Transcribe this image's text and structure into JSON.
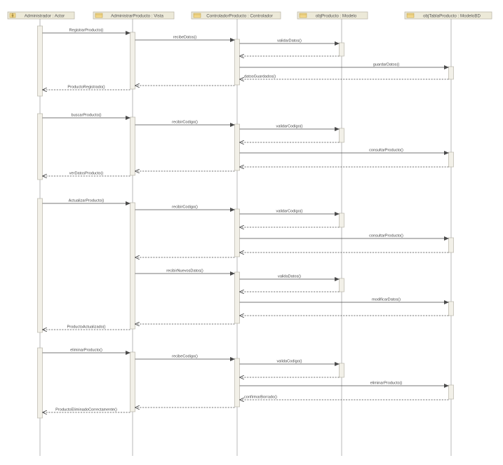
{
  "participants": [
    {
      "name": "Administrador : Actor",
      "kind": "actor"
    },
    {
      "name": "AdministrarProducto : Vista",
      "kind": "object"
    },
    {
      "name": "ControladorProducto : Controlador",
      "kind": "object"
    },
    {
      "name": "objProducto : Modelo",
      "kind": "object"
    },
    {
      "name": "objTablaProducto : ModeloBD",
      "kind": "object"
    }
  ],
  "colors": {
    "header_fill": "#ece9d8",
    "header_border": "#b8b4a4",
    "icon_fill": "#f4d98c",
    "lifeline": "#9a9a9a",
    "activation_fill": "#f2f0e8",
    "activation_border": "#b9b6aa",
    "arrow": "#4a4a4a"
  },
  "messages": [
    {
      "label": "RegistrarProducto()",
      "from": 0,
      "to": 1,
      "kind": "call"
    },
    {
      "label": "recibeDatos()",
      "from": 1,
      "to": 2,
      "kind": "call"
    },
    {
      "label": "validarDatos()",
      "from": 2,
      "to": 3,
      "kind": "call"
    },
    {
      "label": "",
      "from": 3,
      "to": 2,
      "kind": "return"
    },
    {
      "label": "guardarDatos()",
      "from": 2,
      "to": 4,
      "kind": "call"
    },
    {
      "label": "datosGuardados()",
      "from": 4,
      "to": 2,
      "kind": "return"
    },
    {
      "label": "",
      "from": 2,
      "to": 1,
      "kind": "return"
    },
    {
      "label": "ProductoRegistrado()",
      "from": 1,
      "to": 0,
      "kind": "return"
    },
    {
      "label": "buscarProducto()",
      "from": 0,
      "to": 1,
      "kind": "call"
    },
    {
      "label": "recibirCodigo()",
      "from": 1,
      "to": 2,
      "kind": "call"
    },
    {
      "label": "validarCodigo()",
      "from": 2,
      "to": 3,
      "kind": "call"
    },
    {
      "label": "",
      "from": 3,
      "to": 2,
      "kind": "return"
    },
    {
      "label": "consultarProducto()",
      "from": 2,
      "to": 4,
      "kind": "call"
    },
    {
      "label": "",
      "from": 4,
      "to": 2,
      "kind": "return"
    },
    {
      "label": "",
      "from": 2,
      "to": 1,
      "kind": "return"
    },
    {
      "label": "verDatosProducto()",
      "from": 1,
      "to": 0,
      "kind": "return"
    },
    {
      "label": "ActualizarProducto()",
      "from": 0,
      "to": 1,
      "kind": "call"
    },
    {
      "label": "recibirCodigo()",
      "from": 1,
      "to": 2,
      "kind": "call"
    },
    {
      "label": "validarCodigo()",
      "from": 2,
      "to": 3,
      "kind": "call"
    },
    {
      "label": "",
      "from": 3,
      "to": 2,
      "kind": "return"
    },
    {
      "label": "consultarProducto()",
      "from": 2,
      "to": 4,
      "kind": "call"
    },
    {
      "label": "",
      "from": 4,
      "to": 2,
      "kind": "return"
    },
    {
      "label": "",
      "from": 2,
      "to": 1,
      "kind": "return"
    },
    {
      "label": "recibirNuevosDatos()",
      "from": 1,
      "to": 2,
      "kind": "call"
    },
    {
      "label": "validaDatos()",
      "from": 2,
      "to": 3,
      "kind": "call"
    },
    {
      "label": "",
      "from": 3,
      "to": 2,
      "kind": "return"
    },
    {
      "label": "modificarDatos()",
      "from": 2,
      "to": 4,
      "kind": "call"
    },
    {
      "label": "",
      "from": 4,
      "to": 2,
      "kind": "return"
    },
    {
      "label": "",
      "from": 2,
      "to": 1,
      "kind": "return"
    },
    {
      "label": "ProductoActualizado()",
      "from": 1,
      "to": 0,
      "kind": "return"
    },
    {
      "label": "eliminarProducto()",
      "from": 0,
      "to": 1,
      "kind": "call"
    },
    {
      "label": "recibeCodigo()",
      "from": 1,
      "to": 2,
      "kind": "call"
    },
    {
      "label": "validaCodigo()",
      "from": 2,
      "to": 3,
      "kind": "call"
    },
    {
      "label": "",
      "from": 3,
      "to": 2,
      "kind": "return"
    },
    {
      "label": "eliminarProducto()",
      "from": 2,
      "to": 4,
      "kind": "call"
    },
    {
      "label": "confirmarBorrado()",
      "from": 4,
      "to": 2,
      "kind": "return"
    },
    {
      "label": "",
      "from": 2,
      "to": 1,
      "kind": "return"
    },
    {
      "label": "ProductoEliminadoCorrectamente()",
      "from": 1,
      "to": 0,
      "kind": "return"
    }
  ]
}
